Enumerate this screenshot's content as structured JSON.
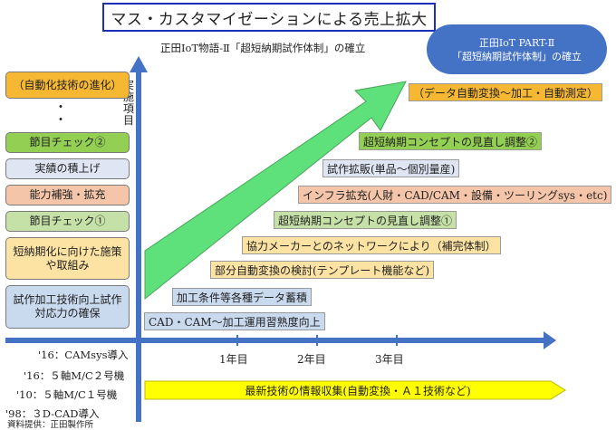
{
  "title": "マス・カスタマイゼーションによる売上拡大",
  "subtitle": "正田IoT物語-Ⅱ「超短納期試作体制」の確立",
  "goal": {
    "line1": "正田IoT PART-Ⅱ",
    "line2": "「超短納期試作体制」の確立"
  },
  "vertical_axis_label": "実施項目",
  "left_items": [
    {
      "label": "（自動化技術の進化）"
    },
    {
      "label": "節目チェック②"
    },
    {
      "label": "実績の積上げ"
    },
    {
      "label": "能力補強・拡充"
    },
    {
      "label": "節目チェック①"
    },
    {
      "label": "短納期化に向けた施策や取組み"
    },
    {
      "label": "試作加工技術向上試作対応力の確保"
    }
  ],
  "dots": "・\n・",
  "tasks": [
    {
      "label": "（データ自動変換～加工・自動測定）"
    },
    {
      "label": "超短納期コンセプトの見直し調整②"
    },
    {
      "label": "試作拡販(単品～個別量産)"
    },
    {
      "label": "インフラ拡充(人財・CAD/CAM・設備・ツーリングsys・etc)"
    },
    {
      "label": "超短納期コンセプトの見直し調整①"
    },
    {
      "label": "協力メーカーとのネットワークにより（補完体制）"
    },
    {
      "label": "部分自動変換の検討(テンプレート機能など)"
    },
    {
      "label": "加工条件等各種データ蓄積"
    },
    {
      "label": "CAD・CAM～加工運用習熟度向上"
    }
  ],
  "years": [
    "1年目",
    "2年目",
    "3年目"
  ],
  "milestones": [
    "'16：CAMsys導入",
    "'16：５軸M/C２号機",
    "'10：５軸M/C１号機",
    "'98：３D-CAD導入"
  ],
  "bottom_band": "最新技術の情報収集(自動変換・Ａ１技術など)",
  "credit": "資料提供：正田製作所",
  "colors": {
    "title_border": "#1d2fb8",
    "axis": "#4472c4",
    "arrow": "#5ee07a",
    "band": "#ffff00"
  }
}
